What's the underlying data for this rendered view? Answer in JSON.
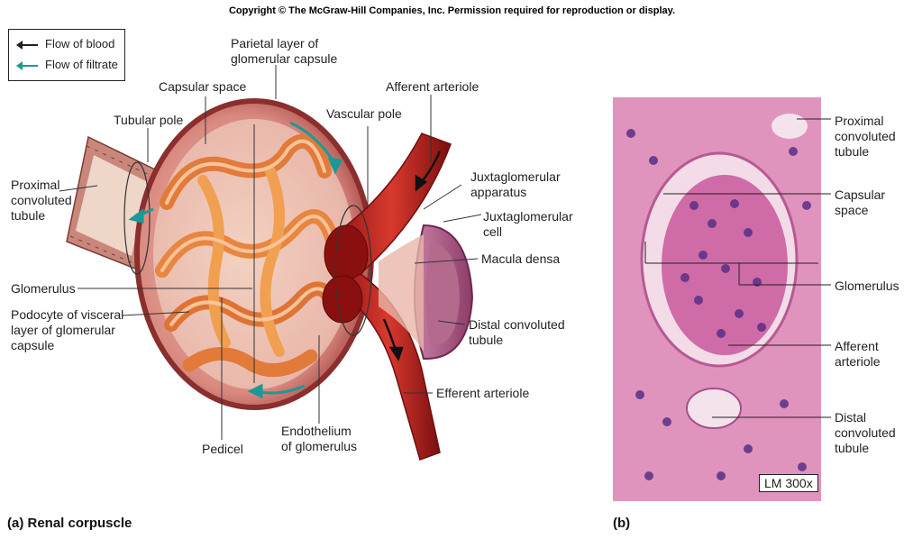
{
  "copyright": "Copyright © The McGraw-Hill Companies, Inc. Permission required for reproduction or display.",
  "legend": {
    "blood": "Flow of blood",
    "filtrate": "Flow of filtrate",
    "blood_color": "#222222",
    "filtrate_color": "#1a9a96"
  },
  "panel_a": {
    "caption": "(a) Renal corpuscle",
    "labels": {
      "parietal_1": "Parietal layer of",
      "parietal_2": "glomerular capsule",
      "capsular_space": "Capsular space",
      "tubular_pole": "Tubular pole",
      "vascular_pole": "Vascular pole",
      "afferent": "Afferent arteriole",
      "jga_1": "Juxtaglomerular",
      "jga_2": "apparatus",
      "jgc_1": "Juxtaglomerular",
      "jgc_2": "cell",
      "macula": "Macula densa",
      "pct_1": "Proximal",
      "pct_2": "convoluted",
      "pct_3": "tubule",
      "glomerulus": "Glomerulus",
      "podo_1": "Podocyte of visceral",
      "podo_2": "layer of glomerular",
      "podo_3": "capsule",
      "dct_1": "Distal convoluted",
      "dct_2": "tubule",
      "efferent": "Efferent arteriole",
      "pedicel": "Pedicel",
      "endo_1": "Endothelium",
      "endo_2": "of glomerulus"
    }
  },
  "panel_b": {
    "caption": "(b)",
    "magnification": "LM 300x",
    "labels": {
      "pct_1": "Proximal",
      "pct_2": "convoluted",
      "pct_3": "tubule",
      "cap_1": "Capsular",
      "cap_2": "space",
      "glomerulus": "Glomerulus",
      "aff_1": "Afferent",
      "aff_2": "arteriole",
      "dct_1": "Distal",
      "dct_2": "convoluted",
      "dct_3": "tubule"
    }
  }
}
